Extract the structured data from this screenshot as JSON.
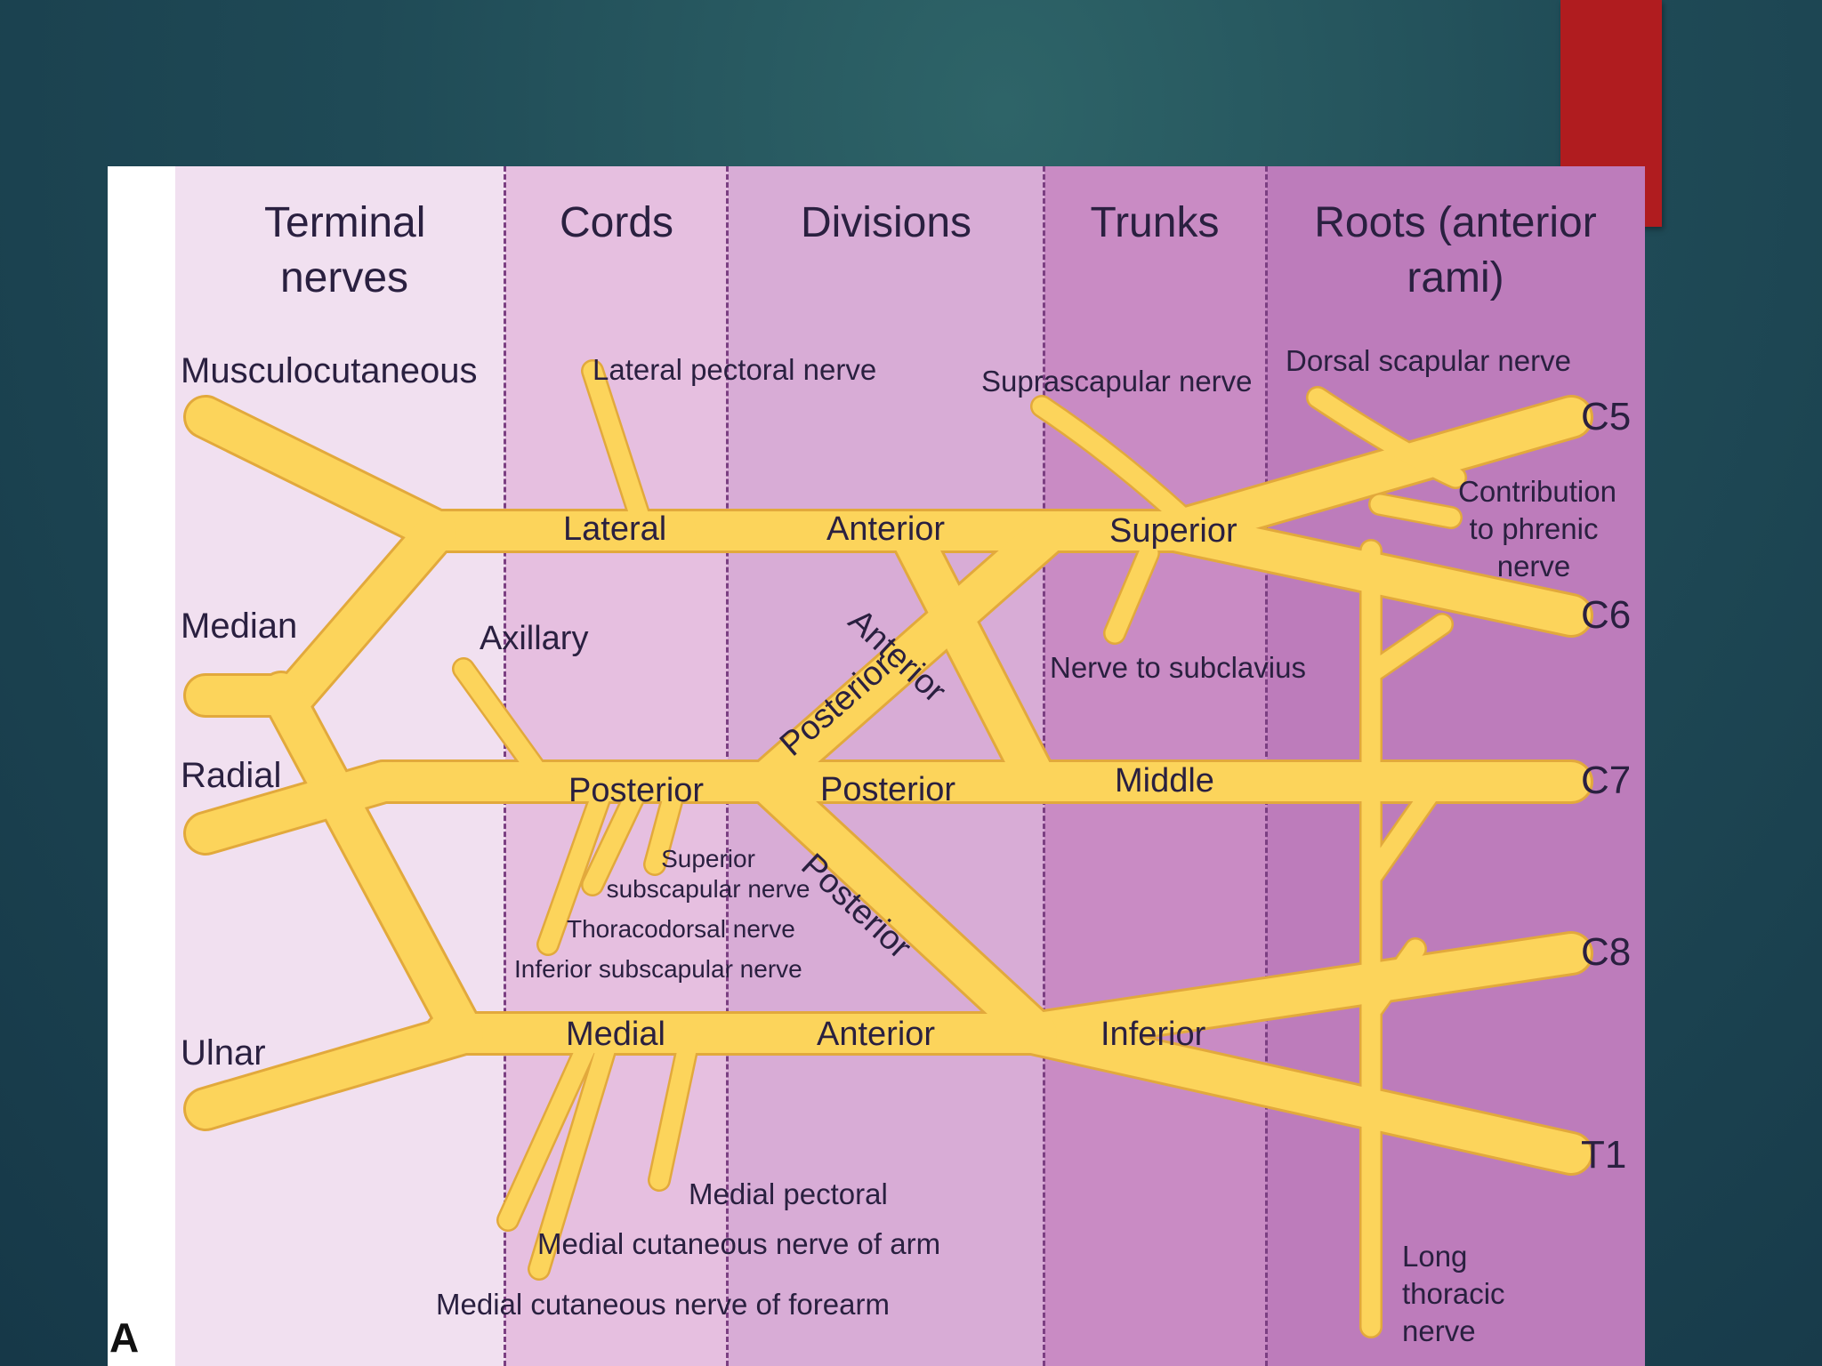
{
  "headers": {
    "terminal": "Terminal nerves",
    "cords": "Cords",
    "divisions": "Divisions",
    "trunks": "Trunks",
    "roots": "Roots (anterior rami)"
  },
  "terminal_nerves": {
    "musculocutaneous": "Musculocutaneous",
    "median": "Median",
    "axillary": "Axillary",
    "radial": "Radial",
    "ulnar": "Ulnar"
  },
  "cords": {
    "lateral": "Lateral",
    "posterior": "Posterior",
    "medial": "Medial"
  },
  "divisions": {
    "anterior_top": "Anterior",
    "anterior_diag": "Anterior",
    "posterior_diag": "Posterior",
    "posterior_mid": "Posterior",
    "posterior_diag_lower": "Posterior",
    "anterior_bottom": "Anterior"
  },
  "trunks": {
    "superior": "Superior",
    "middle": "Middle",
    "inferior": "Inferior"
  },
  "roots": {
    "c5": "C5",
    "c6": "C6",
    "c7": "C7",
    "c8": "C8",
    "t1": "T1"
  },
  "branches": {
    "lateral_pectoral": "Lateral pectoral nerve",
    "suprascapular": "Suprascapular nerve",
    "dorsal_scapular": "Dorsal scapular nerve",
    "phrenic_contribution": "Contribution to phrenic nerve",
    "nerve_to_subclavius": "Nerve to subclavius",
    "superior_subscapular": "Superior subscapular nerve",
    "thoracodorsal": "Thoracodorsal nerve",
    "inferior_subscapular": "Inferior subscapular nerve",
    "medial_pectoral": "Medial pectoral",
    "medial_cutaneous_arm": "Medial cutaneous nerve of arm",
    "medial_cutaneous_forearm": "Medial cutaneous nerve of forearm",
    "long_thoracic": "Long thoracic nerve"
  },
  "panel_label": "A",
  "colors": {
    "nerve_fill": "#fcd45b",
    "nerve_outline": "#e2a93c",
    "accent_bar": "#b01c1f",
    "band_terminal": "#f1e0f0",
    "band_cords": "#e6bfe0",
    "band_divisions": "#d8acd6",
    "band_trunks": "#c98bc4",
    "band_roots": "#bd7cbb"
  }
}
